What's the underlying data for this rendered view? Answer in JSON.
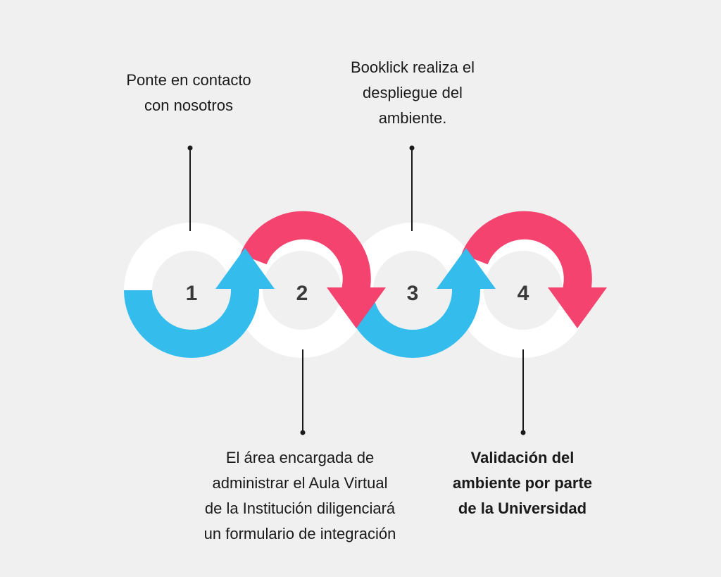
{
  "colors": {
    "background": "#f0f0f0",
    "ring_white": "#ffffff",
    "blue": "#33bcec",
    "pink": "#f4436f",
    "number_text": "#3a3a3a",
    "connector": "#1a1a1a"
  },
  "steps": [
    {
      "number": "1",
      "lines": [
        "Ponte en contacto",
        "con nosotros"
      ],
      "bold": false
    },
    {
      "number": "2",
      "lines": [
        "El área encargada de",
        "administrar el Aula Virtual",
        "de la Institución diligenciará",
        "un formulario de integración"
      ],
      "bold": false
    },
    {
      "number": "3",
      "lines": [
        "Booklick realiza el",
        "despliegue del",
        "ambiente."
      ],
      "bold": false
    },
    {
      "number": "4",
      "lines": [
        "Validación del",
        "ambiente por parte",
        "de la Universidad"
      ],
      "bold": true
    }
  ]
}
